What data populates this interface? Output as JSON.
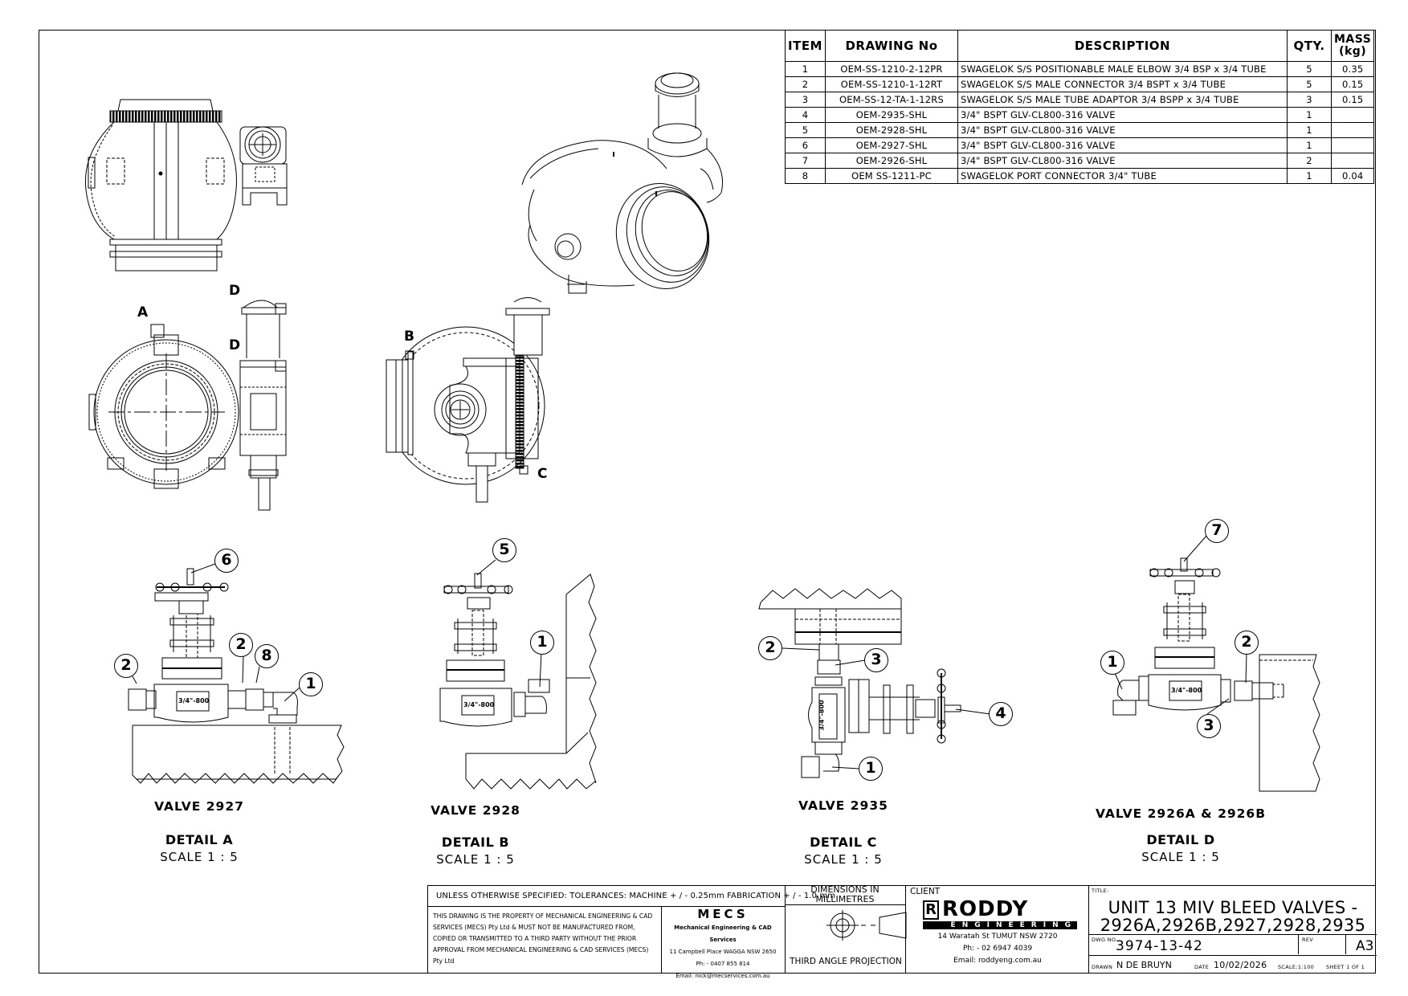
{
  "bom": {
    "headers": {
      "item": "ITEM",
      "drawing_no": "DRAWING No",
      "description": "DESCRIPTION",
      "qty": "QTY.",
      "mass_line1": "MASS",
      "mass_line2": "(kg)"
    },
    "rows": [
      {
        "item": "1",
        "drawing_no": "OEM-SS-1210-2-12PR",
        "description": "SWAGELOK S/S POSITIONABLE MALE ELBOW 3/4 BSP x 3/4 TUBE",
        "qty": "5",
        "mass": "0.35"
      },
      {
        "item": "2",
        "drawing_no": "OEM-SS-1210-1-12RT",
        "description": "SWAGELOK S/S MALE CONNECTOR 3/4 BSPT x 3/4 TUBE",
        "qty": "5",
        "mass": "0.15"
      },
      {
        "item": "3",
        "drawing_no": "OEM-SS-12-TA-1-12RS",
        "description": "SWAGELOK S/S MALE TUBE ADAPTOR 3/4 BSPP x 3/4 TUBE",
        "qty": "3",
        "mass": "0.15"
      },
      {
        "item": "4",
        "drawing_no": "OEM-2935-SHL",
        "description": "3/4\" BSPT GLV-CL800-316 VALVE",
        "qty": "1",
        "mass": ""
      },
      {
        "item": "5",
        "drawing_no": "OEM-2928-SHL",
        "description": "3/4\" BSPT GLV-CL800-316 VALVE",
        "qty": "1",
        "mass": ""
      },
      {
        "item": "6",
        "drawing_no": "OEM-2927-SHL",
        "description": "3/4\" BSPT GLV-CL800-316 VALVE",
        "qty": "1",
        "mass": ""
      },
      {
        "item": "7",
        "drawing_no": "OEM-2926-SHL",
        "description": "3/4\" BSPT GLV-CL800-316 VALVE",
        "qty": "2",
        "mass": ""
      },
      {
        "item": "8",
        "drawing_no": "OEM SS-1211-PC",
        "description": "SWAGELOK PORT CONNECTOR 3/4\" TUBE",
        "qty": "1",
        "mass": "0.04"
      }
    ]
  },
  "view_markers": {
    "a": "A",
    "b": "B",
    "c": "C",
    "d_top": "D",
    "d_bottom": "D"
  },
  "details": [
    {
      "valve": "VALVE 2927",
      "detail": "DETAIL A",
      "scale": "SCALE 1 : 5",
      "balloons": [
        "6",
        "2",
        "2",
        "8",
        "1"
      ],
      "body_marking": "3/4\"-800"
    },
    {
      "valve": "VALVE 2928",
      "detail": "DETAIL B",
      "scale": "SCALE 1 : 5",
      "balloons": [
        "5",
        "1"
      ],
      "body_marking": "3/4\"-800"
    },
    {
      "valve": "VALVE 2935",
      "detail": "DETAIL C",
      "scale": "SCALE 1 : 5",
      "balloons": [
        "2",
        "3",
        "4",
        "1"
      ],
      "body_marking": "3/4\"-800"
    },
    {
      "valve": "VALVE 2926A & 2926B",
      "detail": "DETAIL D",
      "scale": "SCALE 1 : 5",
      "balloons": [
        "7",
        "1",
        "2",
        "3"
      ],
      "body_marking": "3/4\"-800"
    }
  ],
  "title_block": {
    "tolerances": "UNLESS OTHERWISE SPECIFIED: TOLERANCES: MACHINE + / - 0.25mm  FABRICATION + / - 1.0 mm",
    "property_notice": "THIS DRAWING IS THE PROPERTY OF MECHANICAL ENGINEERING & CAD SERVICES (MECS) Pty Ltd & MUST NOT BE MANUFACTURED FROM, COPIED OR TRANSMITTED TO A THIRD PARTY WITHOUT THE PRIOR APPROVAL FROM MECHANICAL ENGINEERING & CAD SERVICES (MECS) Pty Ltd",
    "mecs": {
      "logo": "MECS",
      "name": "Mechanical Engineering & CAD Services",
      "address": "11 Campbell Place WAGGA NSW 2650",
      "phone": "Ph: - 0407 855 814",
      "email": "Email: nick@mecservices.com.au"
    },
    "dimensions_line1": "DIMENSIONS IN",
    "dimensions_line2": "MILLIMETRES",
    "projection": "THIRD ANGLE PROJECTION",
    "client_label": "CLIENT",
    "client": {
      "logo_main": "RODDY",
      "logo_sub": "ENGINEERING",
      "address": "14 Waratah St TUMUT NSW 2720",
      "phone": "Ph: - 02 6947 4039",
      "email": "Email: roddyeng.com.au"
    },
    "title_label": "TITLE:",
    "title_line1": "UNIT 13 MIV BLEED VALVES -",
    "title_line2": "2926A,2926B,2927,2928,2935",
    "dwg_no_label": "DWG NO.",
    "dwg_no": "3974-13-42",
    "rev_label": "REV",
    "rev": "A3",
    "drawn_label": "DRAWN",
    "drawn_by": "N DE BRUYN",
    "date_label": "DATE",
    "date": "10/02/2026",
    "scale": "SCALE:1:100",
    "sheet": "SHEET 1 OF 1"
  },
  "colors": {
    "ink": "#000000",
    "paper": "#ffffff"
  }
}
